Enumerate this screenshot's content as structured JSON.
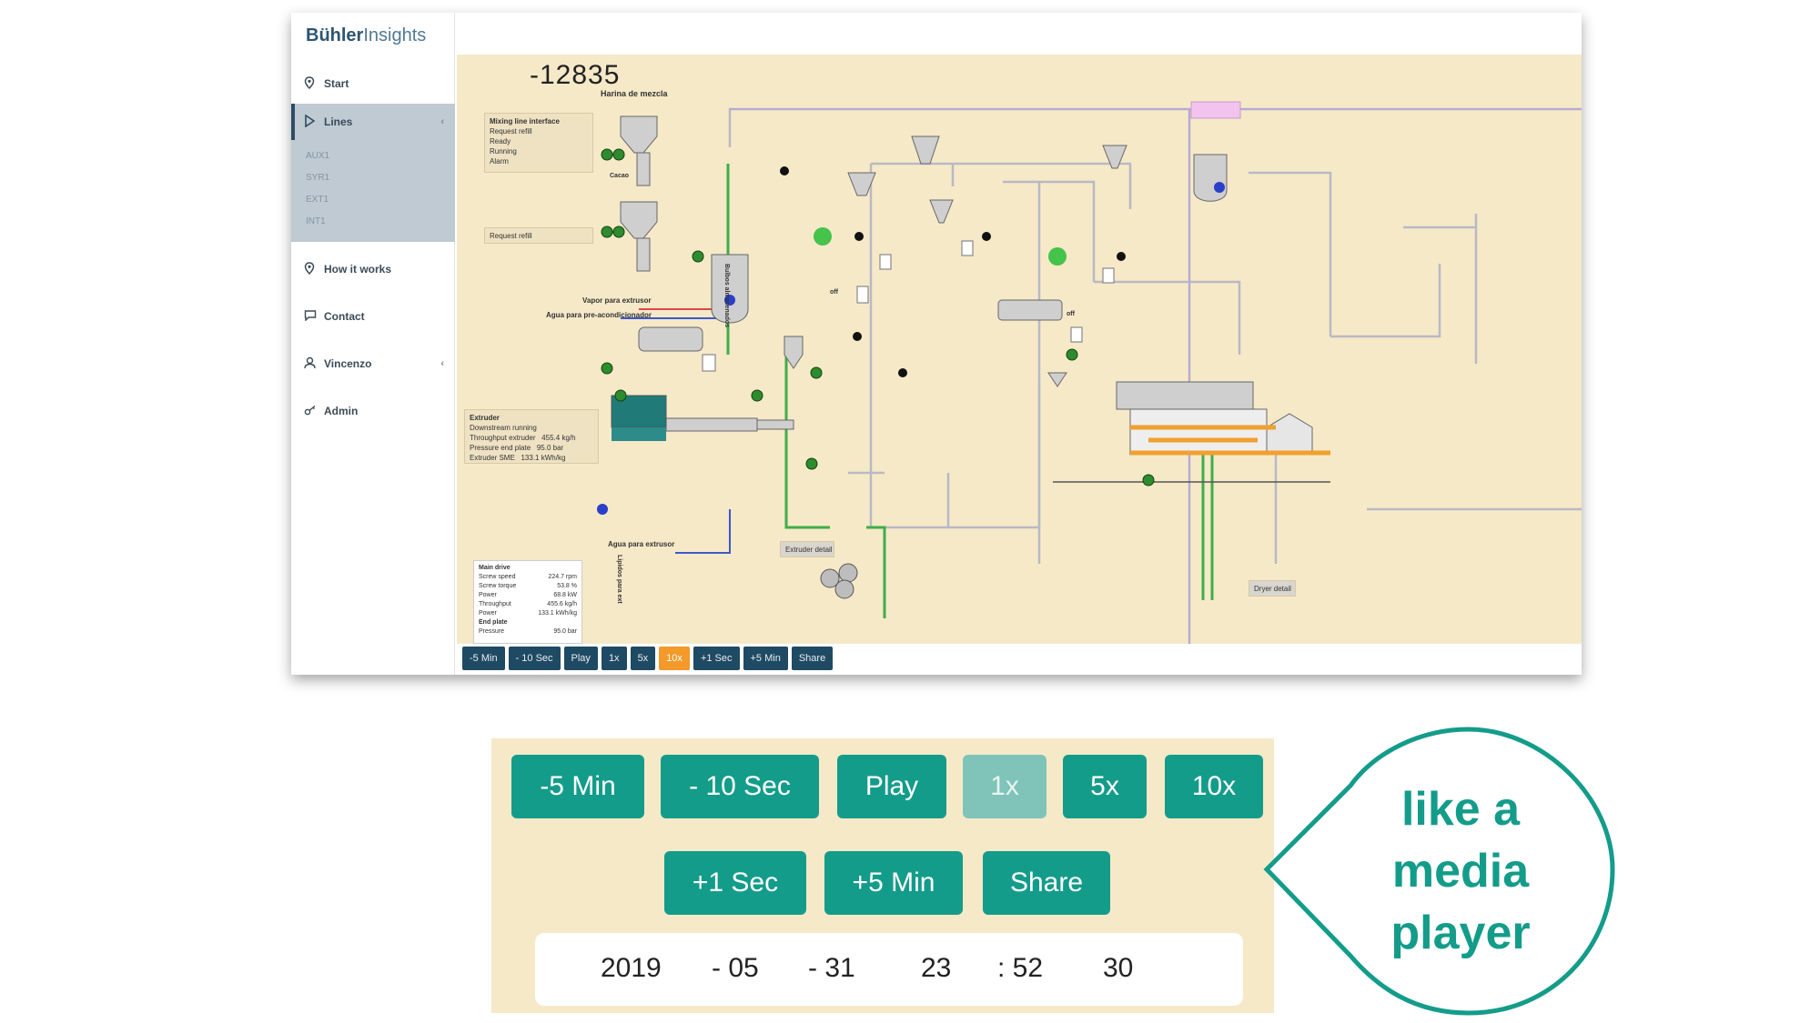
{
  "app": {
    "brand_bold": "Bühler",
    "brand_light": "Insights",
    "counter": "-12835"
  },
  "sidebar": {
    "items": [
      {
        "label": "Start",
        "icon": "location-pin-icon"
      },
      {
        "label": "Lines",
        "icon": "play-triangle-icon"
      },
      {
        "label": "How it works",
        "icon": "location-pin-icon"
      },
      {
        "label": "Contact",
        "icon": "chat-icon"
      },
      {
        "label": "Vincenzo",
        "icon": "user-icon"
      },
      {
        "label": "Admin",
        "icon": "key-icon"
      }
    ],
    "sub_items": [
      "AUX1",
      "SYR1",
      "EXT1",
      "INT1"
    ]
  },
  "diagram": {
    "labels": {
      "harina": "Harina de mezcla",
      "cacao": "Cacao",
      "vapor": "Vapor para extrusor",
      "agua_pre": "Agua para pre-acondicionador",
      "agua_ext": "Agua para extrusor",
      "lipidos": "Lipidos para ext",
      "bulbos": "Bulbos almacenados",
      "mixing_title": "Mixing line interface",
      "request_refill": "Request refill",
      "extruder_detail": "Extruder detail",
      "dryer_detail": "Dryer detail",
      "off": "off"
    },
    "mixing_panel": [
      "Request refill",
      "Ready",
      "Running",
      "Alarm"
    ],
    "extruder_panel": {
      "title": "Extruder",
      "rows": [
        [
          "Downstream running",
          "",
          ""
        ],
        [
          "Throughput extruder",
          "455.4",
          "kg/h"
        ],
        [
          "Pressure end plate",
          "95.0",
          "bar"
        ],
        [
          "Extruder SME",
          "133.1",
          "kWh/kg"
        ]
      ]
    },
    "main_drive_panel": {
      "title": "Main drive",
      "rows": [
        [
          "Screw speed",
          "224.7 rpm"
        ],
        [
          "Screw torque",
          "53.8 %"
        ],
        [
          "Power",
          "68.8 kW"
        ],
        [
          "Throughput",
          "455.6 kg/h"
        ],
        [
          "Power",
          "133.1 kWh/kg"
        ]
      ],
      "subtitle": "End plate",
      "sub_rows": [
        [
          "Pressure",
          "95.0 bar"
        ]
      ]
    }
  },
  "mini_toolbar": [
    "-5 Min",
    "- 10 Sec",
    "Play",
    "1x",
    "5x",
    "10x",
    "+1 Sec",
    "+5 Min",
    "Share"
  ],
  "controls": {
    "row1": [
      "-5 Min",
      "- 10 Sec",
      "Play",
      "1x",
      "5x",
      "10x"
    ],
    "row2": [
      "+1 Sec",
      "+5 Min",
      "Share"
    ],
    "date": {
      "year": "2019",
      "month": "- 05",
      "day": "- 31",
      "hour": "23",
      "minute": ": 52",
      "second": "30"
    }
  },
  "bubble": {
    "line1": "like  a",
    "line2": "media",
    "line3": "player"
  },
  "colors": {
    "teal": "#149c8a",
    "teal_disabled": "#7fc3b9",
    "canvas": "#f6e9c8",
    "navy": "#1f4a63",
    "orange": "#f39a2a"
  }
}
